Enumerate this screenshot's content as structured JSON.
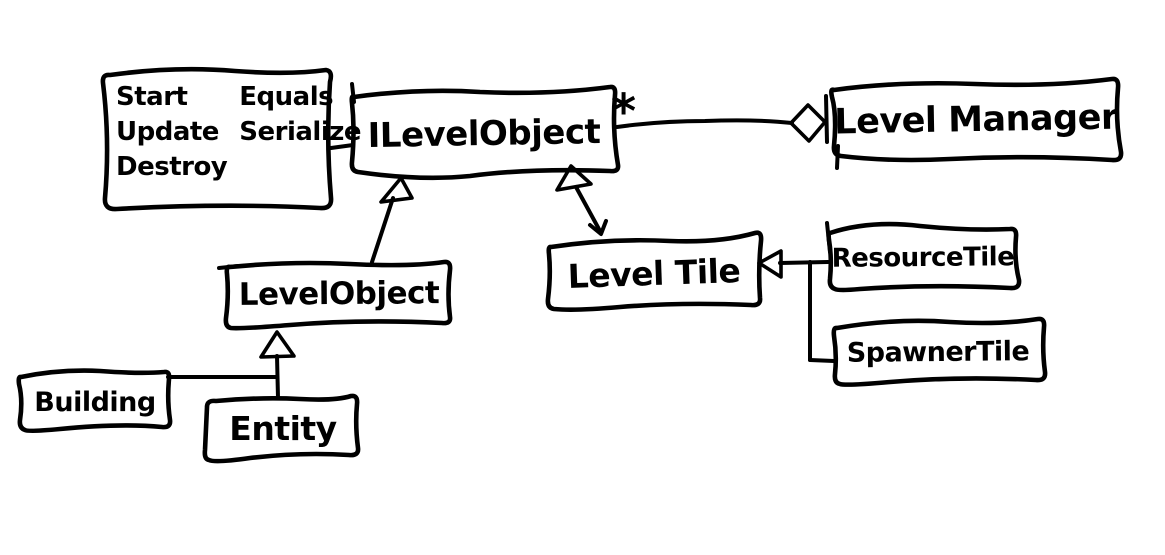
{
  "canvas": {
    "background": "#ffffff",
    "ink": "#000000"
  },
  "note": {
    "left_column": [
      "Start",
      "Update",
      "Destroy"
    ],
    "right_column": [
      "Equals",
      "Serialize"
    ]
  },
  "classes": {
    "ilevelobject": "ILevelObject",
    "levelmanager": "Level Manager",
    "levelobject": "LevelObject",
    "leveltile": "Level Tile",
    "resourcetile": "ResourceTile",
    "spawnertile": "SpawnerTile",
    "building": "Building",
    "entity": "Entity"
  },
  "aggregation": {
    "multiplicity": "*"
  },
  "relationships": [
    {
      "from": "ILevelObject",
      "to": "LevelManager",
      "type": "aggregation",
      "multiplicity": "*"
    },
    {
      "from": "LevelObject",
      "to": "ILevelObject",
      "type": "realization"
    },
    {
      "from": "LevelTile",
      "to": "ILevelObject",
      "type": "realization"
    },
    {
      "from": "ResourceTile",
      "to": "LevelTile",
      "type": "inheritance"
    },
    {
      "from": "SpawnerTile",
      "to": "LevelTile",
      "type": "inheritance"
    },
    {
      "from": "Building",
      "to": "LevelObject",
      "type": "inheritance"
    },
    {
      "from": "Entity",
      "to": "LevelObject",
      "type": "inheritance"
    },
    {
      "from": "note (Start, Update, Destroy, Equals, Serialize)",
      "to": "ILevelObject",
      "type": "note-link"
    }
  ]
}
